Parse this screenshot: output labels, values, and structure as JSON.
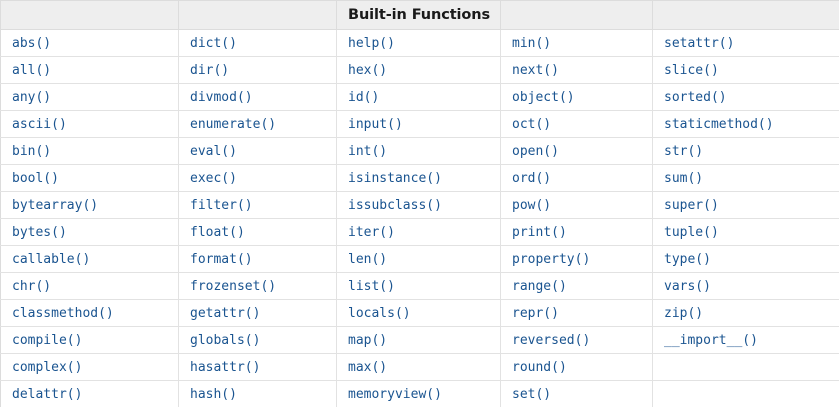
{
  "table": {
    "caption": "Built-in Functions",
    "caption_column_index": 2,
    "column_count": 5,
    "row_count": 14,
    "accent_link_color": "#1a5490",
    "header_background": "#eeeeee",
    "header_text_color": "#1a1a1a",
    "border_color": "#e2e2e2",
    "header_cells": [
      "",
      "",
      "Built-in Functions",
      "",
      ""
    ],
    "rows": [
      [
        "abs()",
        "dict()",
        "help()",
        "min()",
        "setattr()"
      ],
      [
        "all()",
        "dir()",
        "hex()",
        "next()",
        "slice()"
      ],
      [
        "any()",
        "divmod()",
        "id()",
        "object()",
        "sorted()"
      ],
      [
        "ascii()",
        "enumerate()",
        "input()",
        "oct()",
        "staticmethod()"
      ],
      [
        "bin()",
        "eval()",
        "int()",
        "open()",
        "str()"
      ],
      [
        "bool()",
        "exec()",
        "isinstance()",
        "ord()",
        "sum()"
      ],
      [
        "bytearray()",
        "filter()",
        "issubclass()",
        "pow()",
        "super()"
      ],
      [
        "bytes()",
        "float()",
        "iter()",
        "print()",
        "tuple()"
      ],
      [
        "callable()",
        "format()",
        "len()",
        "property()",
        "type()"
      ],
      [
        "chr()",
        "frozenset()",
        "list()",
        "range()",
        "vars()"
      ],
      [
        "classmethod()",
        "getattr()",
        "locals()",
        "repr()",
        "zip()"
      ],
      [
        "compile()",
        "globals()",
        "map()",
        "reversed()",
        "__import__()"
      ],
      [
        "complex()",
        "hasattr()",
        "max()",
        "round()",
        ""
      ],
      [
        "delattr()",
        "hash()",
        "memoryview()",
        "set()",
        ""
      ]
    ]
  }
}
